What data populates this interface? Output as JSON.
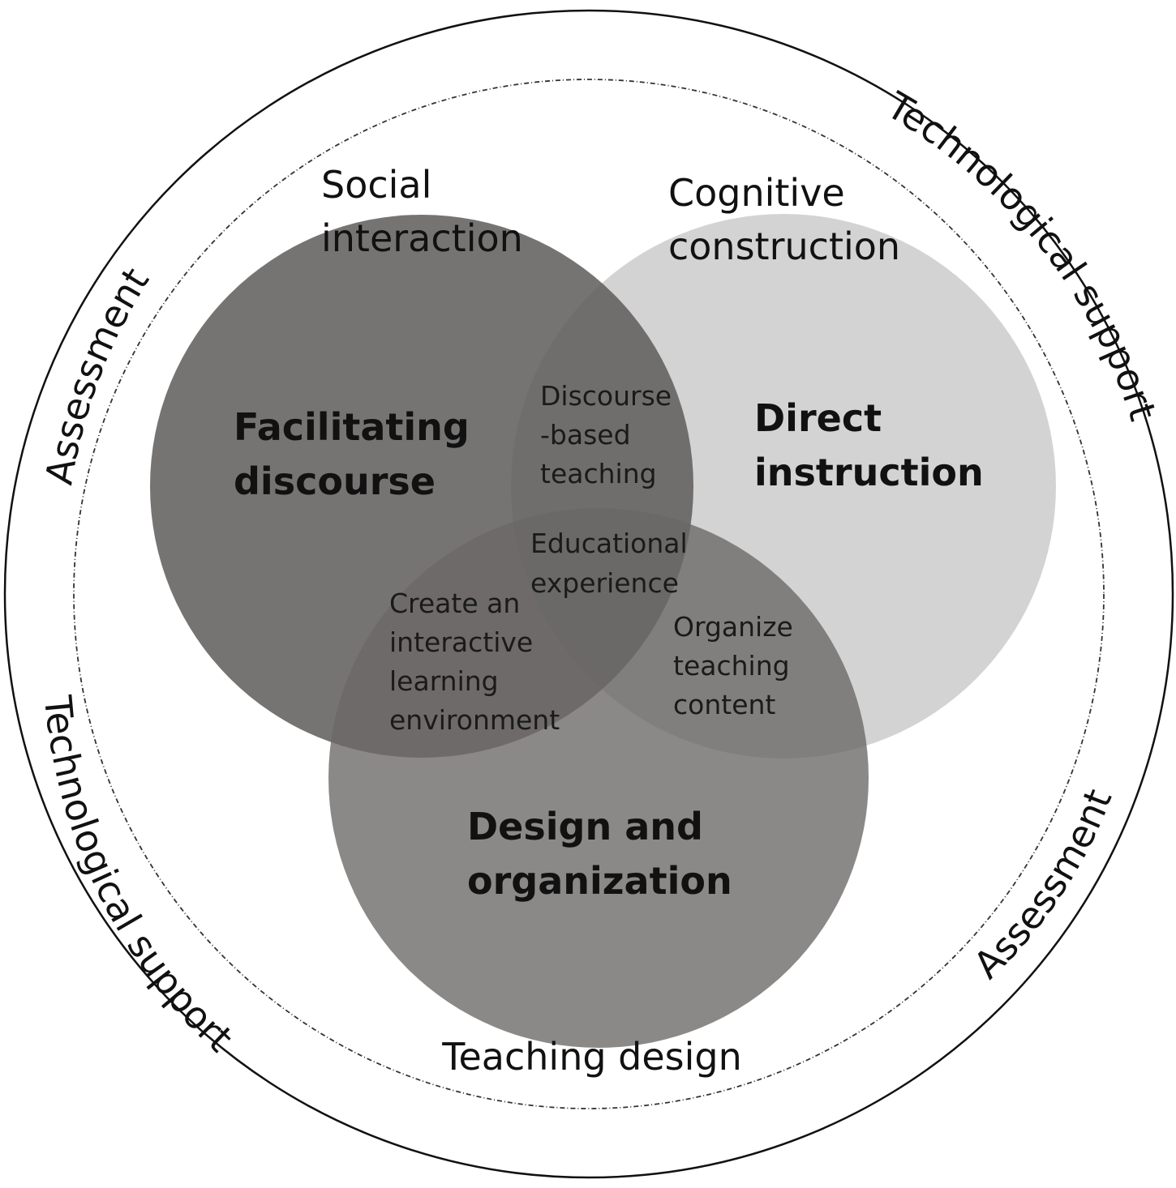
{
  "colors": {
    "social_circle": "#6e6c6b",
    "cognitive_circle": "#cfcfcf",
    "design_circle": "#7a7877",
    "outer_ring": "#111111"
  },
  "diagram": {
    "outer_labels": {
      "assessment_left": "Assessment",
      "technological_support_right": "Technological support",
      "technological_support_left": "Technological support",
      "assessment_right": "Assessment",
      "teaching_design": "Teaching design"
    },
    "circle_titles": {
      "social_line1": "Social",
      "social_line2": "interaction",
      "cognitive_line1": "Cognitive",
      "cognitive_line2": "construction"
    },
    "presences": {
      "facilitating_line1": "Facilitating",
      "facilitating_line2": "discourse",
      "direct_line1": "Direct",
      "direct_line2": "instruction",
      "design_line1": "Design and",
      "design_line2": "organization"
    },
    "overlaps": {
      "discourse_line1": "Discourse",
      "discourse_line2": "-based",
      "discourse_line3": "teaching",
      "educational_line1": "Educational",
      "educational_line2": "experience",
      "create_line1": "Create an",
      "create_line2": "interactive",
      "create_line3": "learning",
      "create_line4": "environment",
      "organize_line1": "Organize",
      "organize_line2": "teaching",
      "organize_line3": "content"
    }
  }
}
